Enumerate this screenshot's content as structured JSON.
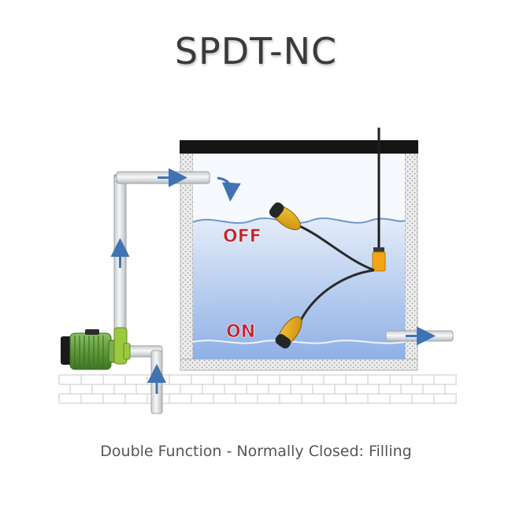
{
  "title": "SPDT-NC",
  "caption": "Double Function - Normally Closed: Filling",
  "labels": {
    "off": "OFF",
    "on": "ON"
  },
  "colors": {
    "label_red": "#c0262c",
    "float_yellow": "#e7a715",
    "switch_orange": "#f2a614",
    "pump_green": "#6fa84a",
    "pump_fitting": "#9bc93c",
    "arrow_blue": "#3f73b4",
    "water_top": "#d6e3f6",
    "water_bottom": "#8fb0e6",
    "lid": "#151515"
  },
  "icons": [
    "pump-icon",
    "float-switch-icon",
    "flow-arrow-icon"
  ]
}
